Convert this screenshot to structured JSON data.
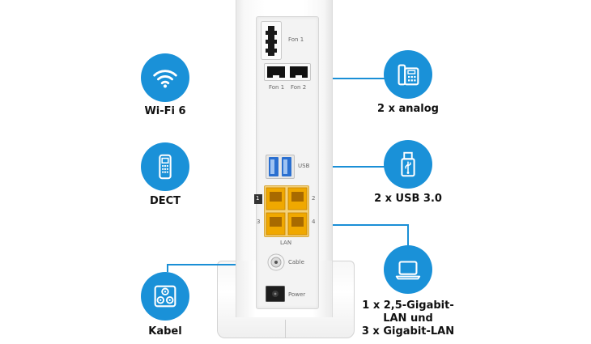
{
  "features": {
    "wifi": {
      "label": "Wi-Fi 6",
      "icon": "wifi-icon"
    },
    "dect": {
      "label": "DECT",
      "icon": "cordless-phone-icon"
    },
    "cable": {
      "label": "Kabel",
      "icon": "coax-cable-icon"
    },
    "analog": {
      "label": "2 x analog",
      "icon": "desk-phone-icon"
    },
    "usb": {
      "label": "2 x USB 3.0",
      "icon": "usb-stick-icon"
    },
    "lan": {
      "line1": "1 x 2,5-Gigabit-",
      "line2": "LAN und",
      "line3": "3 x Gigabit-LAN",
      "icon": "laptop-icon"
    }
  },
  "ports": {
    "fon1_top": "Fon 1",
    "fon1": "Fon 1",
    "fon2": "Fon 2",
    "usb": "USB",
    "lan": "LAN",
    "lan_num_1": "1",
    "lan_num_2": "2",
    "lan_num_3": "3",
    "lan_num_4": "4",
    "cable": "Cable",
    "power": "Power"
  },
  "colors": {
    "accent_blue": "#1a91d8",
    "lan_port_orange": "#f0a800",
    "usb_port_blue": "#2a6fd0"
  }
}
